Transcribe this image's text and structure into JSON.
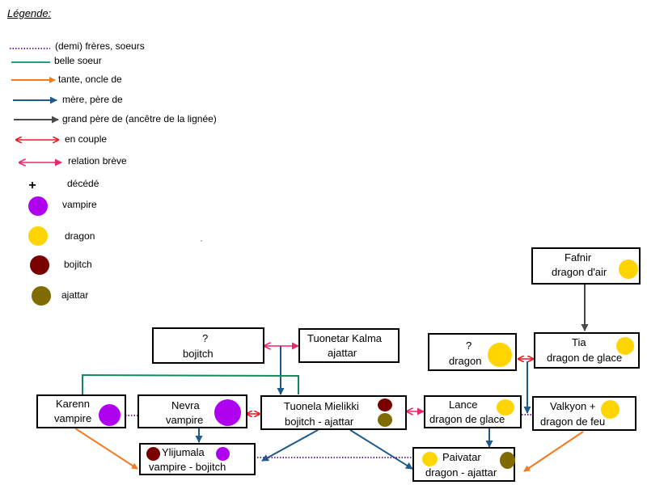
{
  "legend": {
    "title": "Légende:",
    "items": [
      {
        "key": "siblings",
        "label": "(demi) frères, soeurs",
        "style": "dotted",
        "color": "#7030a0"
      },
      {
        "key": "sister-in-law",
        "label": "belle soeur",
        "style": "solid",
        "color": "#1b9e8e"
      },
      {
        "key": "aunt-uncle",
        "label": "tante, oncle de",
        "style": "arrow",
        "color": "#f47a20"
      },
      {
        "key": "parent",
        "label": "mère, père de",
        "style": "arrow",
        "color": "#1f5b8a"
      },
      {
        "key": "grandparent",
        "label": "grand père de (ancêtre de la lignée)",
        "style": "arrow",
        "color": "#4a4a4a"
      },
      {
        "key": "couple",
        "label": "en couple",
        "style": "double-arrow",
        "color": "#ee1c25"
      },
      {
        "key": "brief",
        "label": "relation brève",
        "style": "double-arrow",
        "color": "#f0236e"
      },
      {
        "key": "deceased",
        "label": "décédé",
        "symbol": "+"
      },
      {
        "key": "vampire",
        "label": "vampire",
        "color": "#b000f0"
      },
      {
        "key": "dragon",
        "label": "dragon",
        "color": "#ffd400"
      },
      {
        "key": "bojitch",
        "label": "bojitch",
        "color": "#7a0000"
      },
      {
        "key": "ajattar",
        "label": "ajattar",
        "color": "#7f6b00"
      }
    ]
  },
  "colors": {
    "vampire": "#b000f0",
    "dragon": "#ffd400",
    "bojitch": "#7a0000",
    "ajattar": "#7f6b00",
    "siblings": "#7030a0",
    "sister_in_law": "#138a5a",
    "aunt_uncle": "#f47a20",
    "parent": "#1f5b8a",
    "grandparent": "#4a4a4a",
    "couple": "#ee1c25",
    "brief": "#f0236e"
  },
  "nodes": {
    "fafnir": {
      "name": "Fafnir",
      "type": "dragon d'air"
    },
    "tia": {
      "name": "Tia",
      "type": "dragon de glace"
    },
    "unknown_dragon": {
      "name": "?",
      "type": "dragon"
    },
    "unknown_bojitch": {
      "name": "?",
      "type": "bojitch"
    },
    "tuonetar": {
      "name": "Tuonetar Kalma",
      "type": "ajattar"
    },
    "karenn": {
      "name": "Karenn",
      "type": "vampire"
    },
    "nevra": {
      "name": "Nevra",
      "type": "vampire"
    },
    "tuonela": {
      "name": "Tuonela Mielikki",
      "type": "bojitch - ajattar"
    },
    "lance": {
      "name": "Lance",
      "type": "dragon de glace"
    },
    "valkyon": {
      "name": "Valkyon +",
      "type": "dragon de feu"
    },
    "ylijumala": {
      "name": "Ylijumala",
      "type": "vampire - bojitch"
    },
    "paivatar": {
      "name": "Paivatar",
      "type": "dragon - ajattar"
    }
  },
  "relations": [
    {
      "from": "fafnir",
      "to": "tia",
      "kind": "grandparent"
    },
    {
      "from": "unknown_dragon",
      "to": "tia",
      "kind": "couple"
    },
    {
      "from": "unknown_bojitch",
      "to": "tuonetar",
      "kind": "brief"
    },
    {
      "from": "unknown_bojitch+tuonetar",
      "to": "tuonela",
      "kind": "parent"
    },
    {
      "from": "unknown_dragon+tia",
      "to": "valkyon",
      "kind": "parent"
    },
    {
      "from": "karenn",
      "to": "tuonela",
      "kind": "sister-in-law"
    },
    {
      "from": "karenn",
      "to": "nevra",
      "kind": "siblings"
    },
    {
      "from": "nevra",
      "to": "tuonela",
      "kind": "couple"
    },
    {
      "from": "tuonela",
      "to": "lance",
      "kind": "brief"
    },
    {
      "from": "lance",
      "to": "valkyon",
      "kind": "siblings"
    },
    {
      "from": "nevra",
      "to": "ylijumala",
      "kind": "parent"
    },
    {
      "from": "tuonela",
      "to": "ylijumala",
      "kind": "parent"
    },
    {
      "from": "tuonela",
      "to": "paivatar",
      "kind": "parent"
    },
    {
      "from": "lance",
      "to": "paivatar",
      "kind": "parent"
    },
    {
      "from": "karenn",
      "to": "ylijumala",
      "kind": "aunt-uncle"
    },
    {
      "from": "valkyon",
      "to": "paivatar",
      "kind": "aunt-uncle"
    },
    {
      "from": "ylijumala",
      "to": "paivatar",
      "kind": "siblings"
    }
  ]
}
